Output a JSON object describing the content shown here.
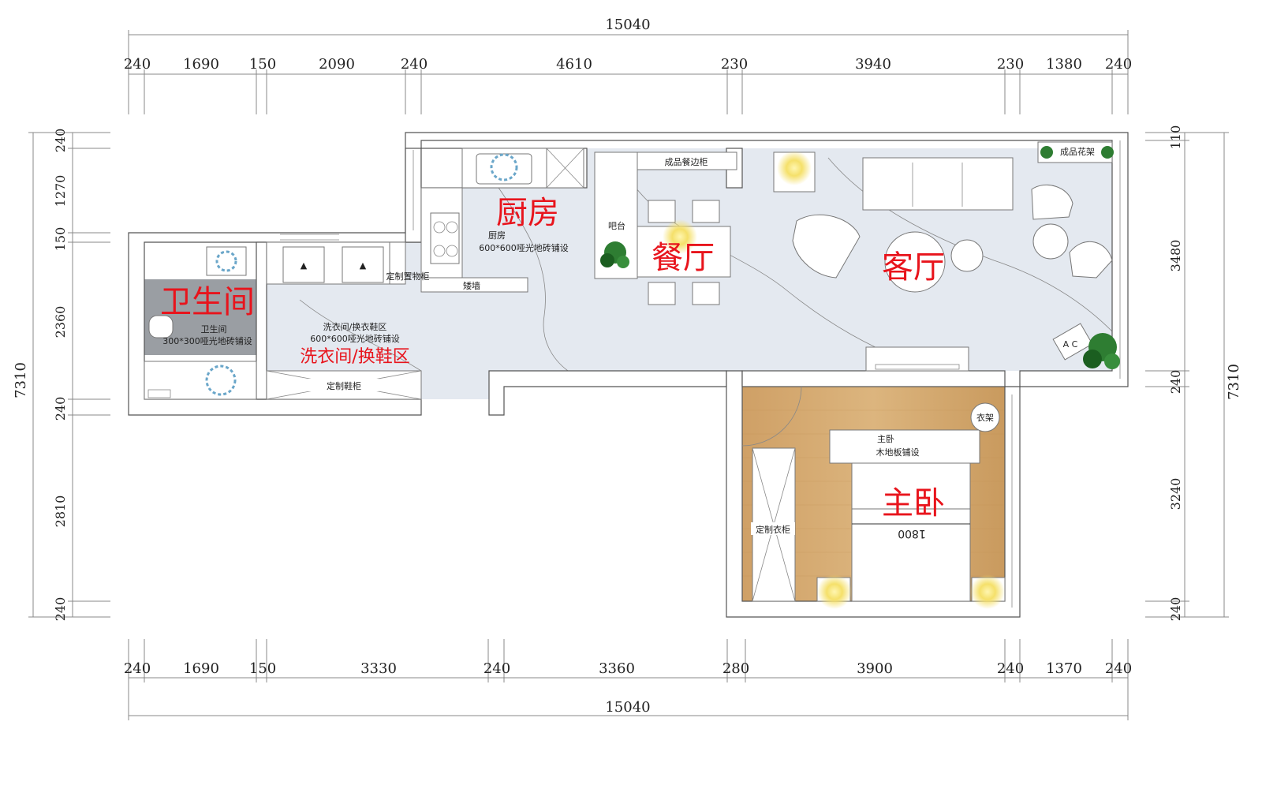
{
  "dimensions": {
    "top_total": "15040",
    "top": [
      "240",
      "1690",
      "150",
      "2090",
      "240",
      "4610",
      "230",
      "3940",
      "230",
      "1380",
      "240"
    ],
    "bottom_total": "15040",
    "bottom": [
      "240",
      "1690",
      "150",
      "3330",
      "240",
      "3360",
      "280",
      "3900",
      "240",
      "1370",
      "240"
    ],
    "left_total": "7310",
    "left": [
      "240",
      "1270",
      "150",
      "2360",
      "240",
      "2810",
      "240"
    ],
    "right_total": "7310",
    "right": [
      "110",
      "3480",
      "240",
      "3240",
      "240"
    ]
  },
  "rooms": {
    "kitchen": "厨房",
    "dining": "餐厅",
    "living": "客厅",
    "bathroom": "卫生间",
    "laundry": "洗衣间/换鞋区",
    "master_bedroom": "主卧"
  },
  "labels": {
    "kitchen_name": "厨房",
    "kitchen_floor": "600*600哑光地砖铺设",
    "bathroom_name": "卫生间",
    "bathroom_floor": "300*300哑光地砖铺设",
    "laundry_name": "洗衣间/换衣鞋区",
    "laundry_floor": "600*600哑光地砖铺设",
    "shoe_cabinet": "定制鞋柜",
    "storage_cabinet": "定制置物柜",
    "short_wall": "矮墙",
    "bar": "吧台",
    "sideboard": "成品餐边柜",
    "flower_rack": "成品花架",
    "bedroom_name": "主卧",
    "bedroom_floor": "木地板铺设",
    "wardrobe": "定制衣柜",
    "coat_rack": "衣架",
    "bed_width": "1800",
    "ac": "A C"
  },
  "colors": {
    "marble": "#e4e9f0",
    "wood": "#d4a76a",
    "bath_tile": "#9a9ea3",
    "room_label": "#e8141c"
  }
}
